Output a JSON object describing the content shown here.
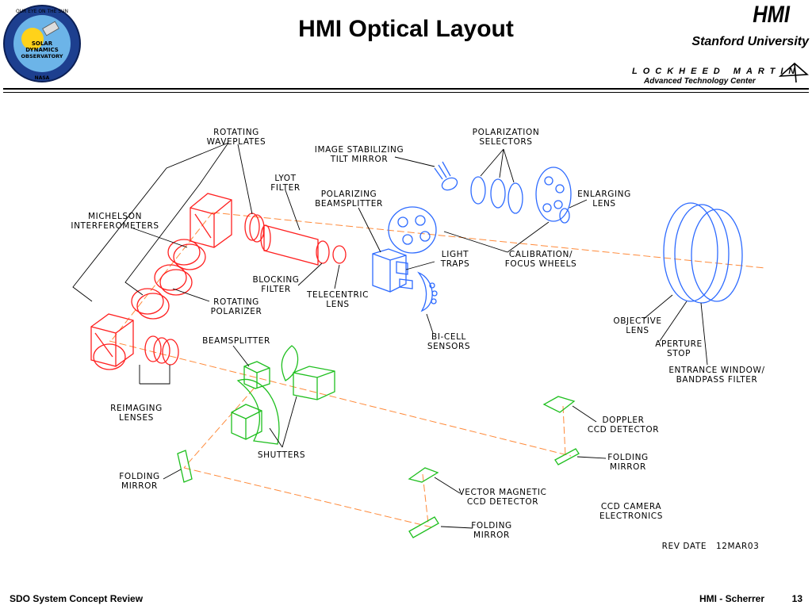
{
  "header": {
    "title": "HMI Optical Layout",
    "brand": "HMI",
    "university": "Stanford University",
    "company": "LOCKHEED MARTIN",
    "center": "Advanced Technology Center"
  },
  "logo": {
    "top_text": "OUR EYE ON THE SUN",
    "line1": "SOLAR",
    "line2": "DYNAMICS",
    "line3": "OBSERVATORY",
    "bottom_text": "NASA"
  },
  "labels": {
    "rotating_waveplates": [
      "ROTATING",
      "WAVEPLATES"
    ],
    "lyot_filter": [
      "LYOT",
      "FILTER"
    ],
    "image_stabilizing": [
      "IMAGE STABILIZING",
      "TILT MIRROR"
    ],
    "polarization_selectors": [
      "POLARIZATION",
      "SELECTORS"
    ],
    "polarizing_beamsplitter": [
      "POLARIZING",
      "BEAMSPLITTER"
    ],
    "enlarging_lens": [
      "ENLARGING",
      "LENS"
    ],
    "michelson": [
      "MICHELSON",
      "INTERFEROMETERS"
    ],
    "light_traps": [
      "LIGHT",
      "TRAPS"
    ],
    "calibration": [
      "CALIBRATION/",
      "FOCUS WHEELS"
    ],
    "blocking_filter": [
      "BLOCKING",
      "FILTER"
    ],
    "telecentric_lens": [
      "TELECENTRIC",
      "LENS"
    ],
    "rotating_polarizer": [
      "ROTATING",
      "POLARIZER"
    ],
    "objective_lens": [
      "OBJECTIVE",
      "LENS"
    ],
    "aperture_stop": [
      "APERTURE",
      "STOP"
    ],
    "beamsplitter": [
      "BEAMSPLITTER"
    ],
    "bicell": [
      "BI-CELL",
      "SENSORS"
    ],
    "entrance_window": [
      "ENTRANCE WINDOW/",
      "BANDPASS FILTER"
    ],
    "reimaging": [
      "REIMAGING",
      "LENSES"
    ],
    "doppler": [
      "DOPPLER",
      "CCD DETECTOR"
    ],
    "shutters": [
      "SHUTTERS"
    ],
    "folding_mirror_right": [
      "FOLDING",
      "MIRROR"
    ],
    "folding_mirror_left": [
      "FOLDING",
      "MIRROR"
    ],
    "vector_magnetic": [
      "VECTOR MAGNETIC",
      "CCD DETECTOR"
    ],
    "ccd_camera": [
      "CCD CAMERA",
      "ELECTRONICS"
    ],
    "folding_mirror_bottom": [
      "FOLDING",
      "MIRROR"
    ],
    "rev_date": "REV DATE   12MAR03"
  },
  "colors": {
    "red_path": "#ff2020",
    "blue_path": "#2e6bff",
    "green_path": "#1fbf1f",
    "beam": "#ff8a3a"
  },
  "footer": {
    "left": "SDO System Concept Review",
    "right": "HMI - Scherrer",
    "page": "13"
  }
}
